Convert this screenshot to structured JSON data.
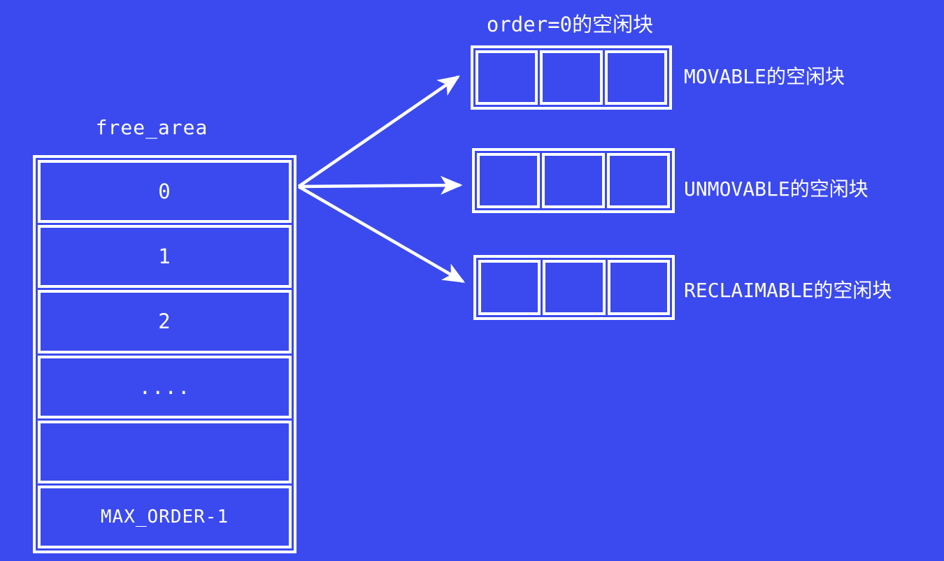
{
  "colors": {
    "background": "#3B4AEE",
    "line": "#FFFFFF",
    "text": "#FFFFFF"
  },
  "free_area": {
    "title": "free_area",
    "cells": [
      {
        "label": "0"
      },
      {
        "label": "1"
      },
      {
        "label": "2"
      },
      {
        "label": "...."
      },
      {
        "label": ""
      },
      {
        "label": "MAX_ORDER-1"
      }
    ]
  },
  "order_blocks": {
    "title": "order=0的空闲块",
    "blocks": [
      {
        "name": "movable",
        "label": "MOVABLE的空闲块",
        "cell_count": 3
      },
      {
        "name": "unmovable",
        "label": "UNMOVABLE的空闲块",
        "cell_count": 3
      },
      {
        "name": "reclaimable",
        "label": "RECLAIMABLE的空闲块",
        "cell_count": 3
      }
    ]
  }
}
